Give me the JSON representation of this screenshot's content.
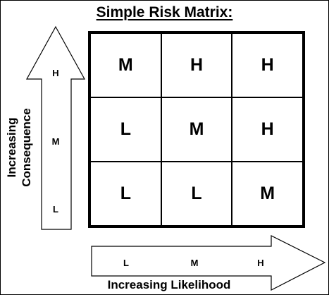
{
  "title": "Simple Risk Matrix:",
  "matrix": {
    "rows": [
      [
        "M",
        "H",
        "H"
      ],
      [
        "L",
        "M",
        "H"
      ],
      [
        "L",
        "L",
        "M"
      ]
    ]
  },
  "y_axis": {
    "label_line1": "Increasing",
    "label_line2": "Consequence",
    "levels": [
      "H",
      "M",
      "L"
    ]
  },
  "x_axis": {
    "label": "Increasing Likelihood",
    "levels": [
      "L",
      "M",
      "H"
    ]
  }
}
